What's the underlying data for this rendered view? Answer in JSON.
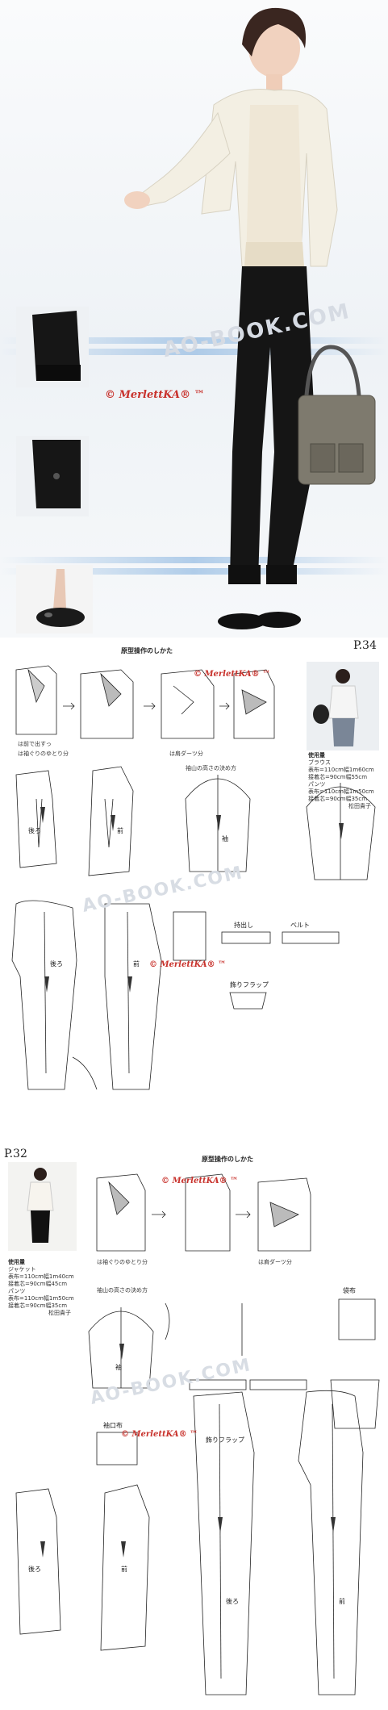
{
  "watermark_top": "© MerlettKA® ™",
  "site_text": "AO-BOOK.COM",
  "page34": {
    "page_no": "P.34",
    "title": "原型操作のしかた",
    "wm": "© MerlettKA® ™",
    "note1": "は前で出すっ",
    "note2": "は袖ぐりのゆとり分",
    "note3": "は肩ダーツ分",
    "note4": "袖山の高さの決め方",
    "usage_title": "使用量",
    "usage_blouse": "ブラウス",
    "usage_blouse_fab": "表布=110cm幅1m60cm",
    "usage_blouse_int": "接着芯=90cm幅55cm",
    "usage_pants": "パンツ",
    "usage_pants_fab": "表布=110cm幅1m50cm",
    "usage_pants_int": "接着芯=90cm幅35cm",
    "author": "松田貴子",
    "back": "後ろ",
    "front": "前",
    "sleeve": "袖",
    "belt": "ベルト",
    "flap": "飾りフラップ",
    "mochidashi": "持出し",
    "wm2": "© MerlettKA® ™"
  },
  "page32": {
    "page_no": "P.32",
    "title": "原型操作のしかた",
    "wm": "© MerlettKA® ™",
    "usage_title": "使用量",
    "usage_jacket": "ジャケット",
    "usage_jacket_fab": "表布=110cm幅1m40cm",
    "usage_jacket_int": "接着芯=90cm幅45cm",
    "usage_pants": "パンツ",
    "usage_pants_fab": "表布=110cm幅1m50cm",
    "usage_pants_int": "接着芯=90cm幅35cm",
    "author": "松田貴子",
    "note1": "は袖ぐりのゆとり分",
    "note2": "は肩ダーツ分",
    "note3": "袖山の高さの決め方",
    "pocket": "袋布",
    "back": "後ろ",
    "front": "前",
    "sleeve": "袖",
    "cuff": "袖口布",
    "flap": "飾りフラップ",
    "wm2": "© MerlettKA® ™"
  },
  "colors": {
    "watermark": "#c8322c",
    "line": "#222222",
    "arrow": "#333333"
  }
}
